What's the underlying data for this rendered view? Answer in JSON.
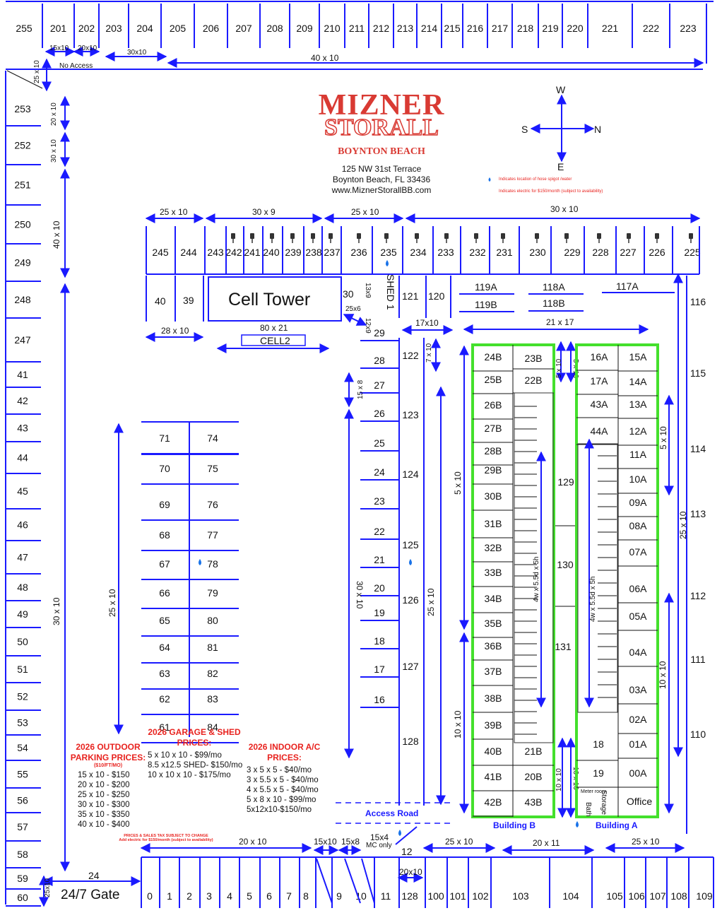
{
  "brand": {
    "line1": "MIZNER",
    "line2": "STORALL",
    "city": "BOYNTON BEACH"
  },
  "address": {
    "street": "125 NW 31st Terrace",
    "city": "Boynton Beach, FL 33436",
    "web": "www.MiznerStorallBB.com"
  },
  "compass": {
    "w": "W",
    "s": "S",
    "n": "N",
    "e": "E"
  },
  "legend": {
    "water": "Indicates location of hose spigot /water",
    "electric": "Indicates electric for $150/month (subject to availability)"
  },
  "top_row": [
    "255",
    "201",
    "202",
    "203",
    "204",
    "205",
    "206",
    "207",
    "208",
    "209",
    "210",
    "211",
    "212",
    "213",
    "214",
    "215",
    "216",
    "217",
    "218",
    "219",
    "220",
    "221",
    "222",
    "223"
  ],
  "top_dims": {
    "a": "15x10",
    "b": "20x10",
    "c": "30x10",
    "d": "40 x 10",
    "no_access": "No Access",
    "left": "25 x 10"
  },
  "left_col": [
    "253",
    "252",
    "251",
    "250",
    "249",
    "248",
    "247",
    "41",
    "42",
    "43",
    "44",
    "45",
    "46",
    "47",
    "48",
    "49",
    "50",
    "51",
    "52",
    "53",
    "54",
    "55",
    "56",
    "57",
    "58",
    "59",
    "60"
  ],
  "left_dims": {
    "a": "20 x 10",
    "b": "30 x 10",
    "c": "40 x 10",
    "d": "30 x 10",
    "gate_dim": "25x10",
    "gate_width": "24",
    "gate": "24/7 Gate"
  },
  "row2": [
    "245",
    "244",
    "243",
    "242",
    "241",
    "240",
    "239",
    "238",
    "237",
    "236",
    "235",
    "234",
    "233",
    "232",
    "231",
    "230",
    "229",
    "228",
    "227",
    "226",
    "225"
  ],
  "row2_dims": {
    "a": "25 x 10",
    "b": "30 x 9",
    "c": "25 x 10",
    "d": "30 x 10"
  },
  "cell": {
    "tower": "Cell Tower",
    "cell2": "CELL2",
    "dim": "80 x 21",
    "u40": "40",
    "u39": "39",
    "dim2": "28 x 10"
  },
  "mid_units": {
    "u30": "30",
    "u139": "13x9",
    "shed": "SHED 1",
    "d25x6": "25x6",
    "d12x9": "12x9",
    "u121": "121",
    "u120": "120",
    "u119a": "119A",
    "u119b": "119B",
    "u118a": "118A",
    "u118b": "118B",
    "u117a": "117A",
    "d17x10": "17x10",
    "d21x17": "21 x 17",
    "d7x10": "7 x 10"
  },
  "col_29_16": [
    "29",
    "28",
    "27",
    "26",
    "25",
    "24",
    "23",
    "22",
    "21",
    "20",
    "19",
    "18",
    "17",
    "16"
  ],
  "col_122_128": [
    "122",
    "123",
    "124",
    "125",
    "126",
    "127",
    "128"
  ],
  "col_dims": {
    "a": "15 x 8",
    "b": "30 x 10",
    "c": "25 x 10"
  },
  "col_71": [
    "71",
    "70",
    "69",
    "68",
    "67",
    "66",
    "65",
    "64",
    "63",
    "62",
    "61"
  ],
  "col_74": [
    "74",
    "75",
    "76",
    "77",
    "78",
    "79",
    "80",
    "81",
    "82",
    "83",
    "84"
  ],
  "col_71_dim": "25 x 10",
  "right_col": [
    "116",
    "115",
    "114",
    "113",
    "112",
    "111",
    "110"
  ],
  "right_dims": {
    "a": "5 x 10",
    "b": "25 x 10",
    "c": "10 x 10"
  },
  "buildingB": {
    "left": [
      "24B",
      "25B",
      "26B",
      "27B",
      "28B",
      "29B",
      "30B",
      "31B",
      "32B",
      "33B",
      "34B",
      "35B",
      "36B",
      "37B",
      "38B",
      "39B",
      "40B",
      "41B",
      "42B"
    ],
    "right_top": [
      "23B",
      "22B"
    ],
    "right_bottom": [
      "21B",
      "20B",
      "43B"
    ],
    "label": "Building B",
    "inner_dim": "4w x 5.5d x 5h",
    "dim_5x10": "5 x 10",
    "dim_10x10": "10 x 10"
  },
  "corridor": [
    "129",
    "130",
    "131"
  ],
  "buildingA": {
    "left": [
      "16A",
      "17A",
      "43A",
      "44A"
    ],
    "right": [
      "15A",
      "14A",
      "13A",
      "12A",
      "11A",
      "10A",
      "09A",
      "08A",
      "07A",
      "06A",
      "05A",
      "04A",
      "03A",
      "02A",
      "01A",
      "00A"
    ],
    "lower_left": [
      "18",
      "19"
    ],
    "office": "Office",
    "meter": "Meter room",
    "bath": "Bath",
    "storage": "Storage",
    "label": "Building A",
    "inner_dim": "4w x 5.5d x 5h"
  },
  "prices": {
    "outdoor": {
      "title": "2026 OUTDOOR PARKING PRICES:",
      "sub": "($10/FT/MO)",
      "items": [
        "15 x 10 - $150",
        "20 x 10 - $200",
        "25 x 10 - $250",
        "30 x 10 - $300",
        "35 x 10 - $350",
        "40 x 10 - $400"
      ]
    },
    "garage": {
      "title": "2026 GARAGE & SHED PRICES:",
      "items": [
        "5 x 10 x 10 - $99/mo",
        "8.5 x12.5 SHED- $150/mo",
        "10 x 10 x 10 - $175/mo"
      ]
    },
    "indoor": {
      "title": "2026 INDOOR A/C PRICES:",
      "items": [
        "3 x 5 x 5 - $40/mo",
        "3 x 5.5 x 5 - $40/mo",
        "4 x 5.5 x 5 - $40/mo",
        "5 x 8 x 10 - $99/mo",
        "5x12x10-$150/mo"
      ]
    },
    "note1": "PRICES & SALES TAX SUBJECT TO CHANGE",
    "note2": "Add electric for $150/month (subject to availability)"
  },
  "access_road": "Access Road",
  "bottom_row": [
    "0",
    "1",
    "2",
    "3",
    "4",
    "5",
    "6",
    "7",
    "8",
    "9",
    "10",
    "11",
    "128",
    "100",
    "101",
    "102",
    "103",
    "104",
    "105",
    "106",
    "107",
    "108",
    "109"
  ],
  "bottom_dims": {
    "a": "20 x 10",
    "b": "15x10",
    "c": "15x8",
    "d": "15x4",
    "d2": "MC only",
    "e": "25 x 10",
    "f": "20 x 11",
    "g": "25 x 10",
    "u12": "12",
    "d20x10": "20x10"
  },
  "colors": {
    "lines": "#1a1aff",
    "building_outline": "#44e02c",
    "brand": "#d93a33",
    "prices": "#e8231f"
  }
}
